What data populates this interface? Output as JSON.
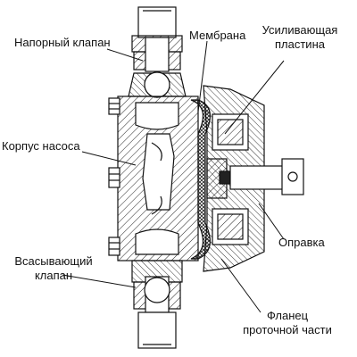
{
  "labels": {
    "pressure_valve": "Напорный клапан",
    "membrane": "Мембрана",
    "reinforcing_plate_l1": "Усиливающая",
    "reinforcing_plate_l2": "пластина",
    "pump_body": "Корпус насоса",
    "suction_valve_l1": "Всасывающий",
    "suction_valve_l2": "клапан",
    "mandrel": "Оправка",
    "flange_l1": "Фланец",
    "flange_l2": "проточной части"
  }
}
